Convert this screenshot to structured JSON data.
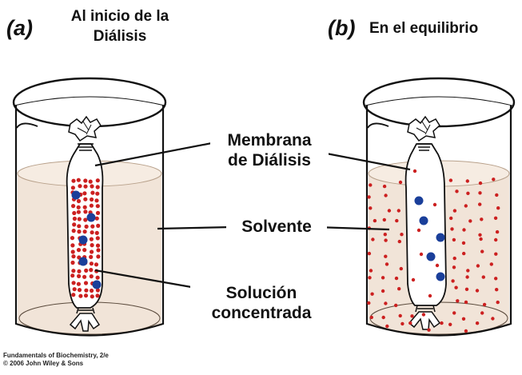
{
  "panels": [
    {
      "letter": "(a)",
      "title_line1": "Al inicio de la",
      "title_line2": "Diálisis"
    },
    {
      "letter": "(b)",
      "title": "En el equilibrio"
    }
  ],
  "labels": {
    "membrane_line1": "Membrana",
    "membrane_line2": "de Diálisis",
    "solvent": "Solvente",
    "solution_line1": "Solución",
    "solution_line2": "concentrada"
  },
  "credit": {
    "line1": "Fundamentals of Biochemistry, 2/e",
    "line2": "© 2006 John Wiley & Sons"
  },
  "colors": {
    "solvent_fill": "#f1e4d8",
    "small_molecule": "#cc2020",
    "large_molecule": "#1a3f9a",
    "membrane_fill": "#ffffff",
    "outline": "#111111"
  }
}
